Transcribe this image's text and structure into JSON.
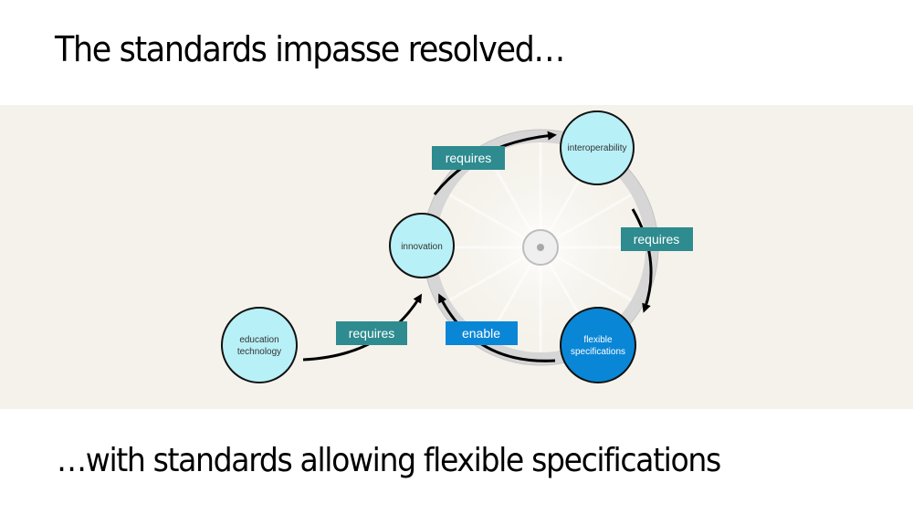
{
  "slide": {
    "title": "The standards impasse resolved…",
    "subtitle": "…with standards allowing flexible specifications"
  },
  "diagram": {
    "colors": {
      "background": "#f5f2eb",
      "node_light": "#b8f0f7",
      "node_dark": "#0a86d6",
      "label_teal": "#2e8b8f",
      "label_blue": "#0a86d6",
      "wheel_rim": "#d6d6d6"
    },
    "nodes": [
      {
        "id": "interoperability",
        "lines": [
          "interoperability"
        ],
        "style": "light"
      },
      {
        "id": "innovation",
        "lines": [
          "innovation"
        ],
        "style": "light"
      },
      {
        "id": "education-technology",
        "lines": [
          "education",
          "technology"
        ],
        "style": "light"
      },
      {
        "id": "flexible-specifications",
        "lines": [
          "flexible",
          "specifications"
        ],
        "style": "dark"
      }
    ],
    "edges": [
      {
        "from": "innovation",
        "to": "interoperability",
        "label": "requires",
        "style": "teal"
      },
      {
        "from": "interoperability",
        "to": "flexible-specifications",
        "label": "requires",
        "style": "teal"
      },
      {
        "from": "flexible-specifications",
        "to": "innovation",
        "label": "enable",
        "style": "blue"
      },
      {
        "from": "education-technology",
        "to": "innovation",
        "label": "requires",
        "style": "teal"
      }
    ]
  }
}
